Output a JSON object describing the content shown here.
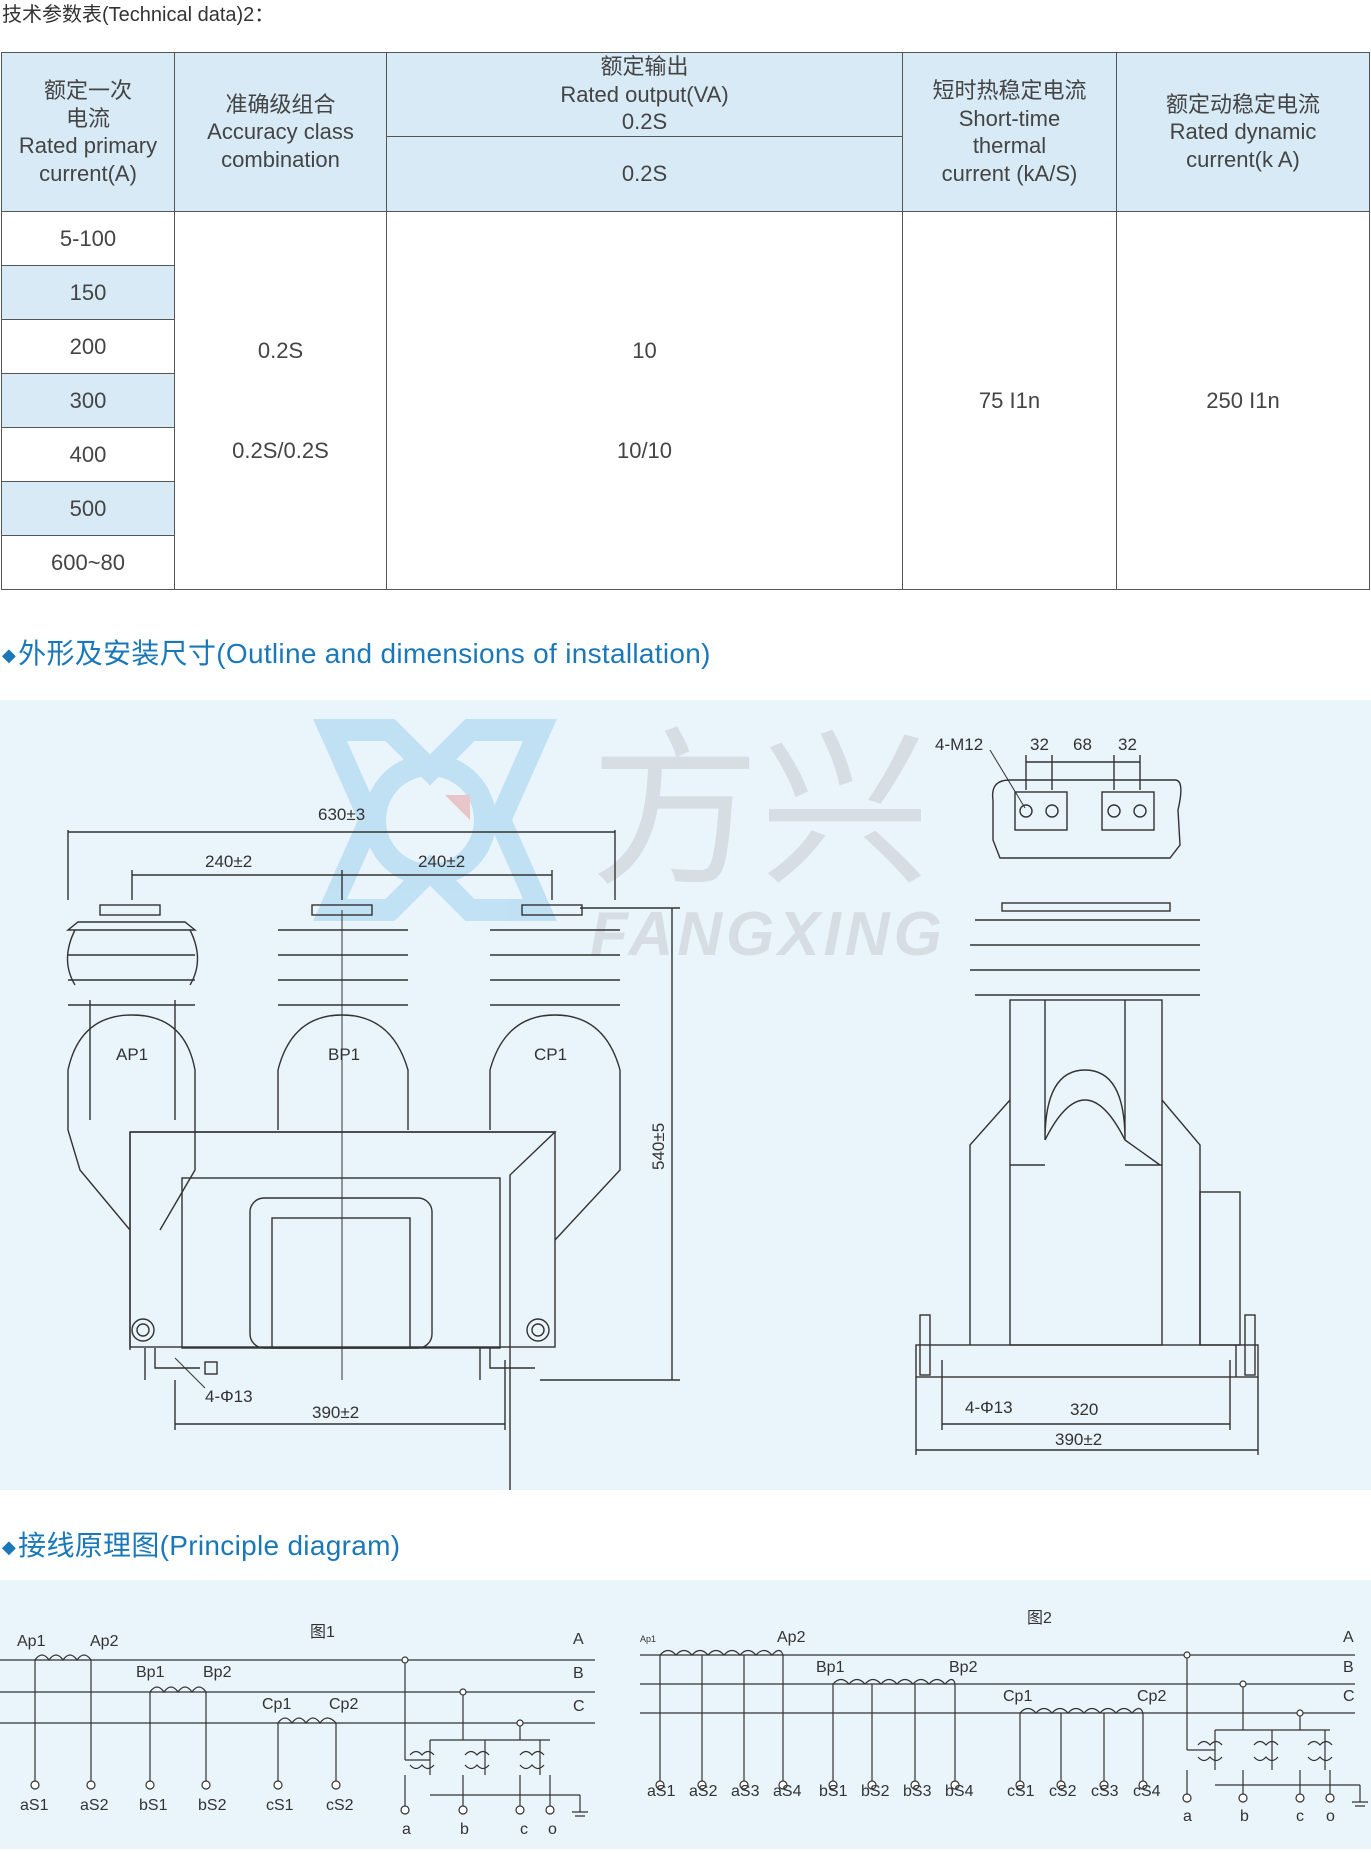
{
  "heading_top": "技术参数表(Technical data)2：",
  "table": {
    "headers": {
      "primary_current": [
        "额定一次",
        "电流",
        "Rated primary",
        "current(A)"
      ],
      "accuracy": [
        "准确级组合",
        "Accuracy class",
        "combination"
      ],
      "rated_output": [
        "额定输出",
        "Rated output(VA)",
        "0.2S"
      ],
      "rated_output_sub": "0.2S",
      "thermal": [
        "短时热稳定电流",
        "Short-time",
        "thermal",
        "current (kA/S)"
      ],
      "dynamic": [
        "额定动稳定电流",
        "Rated dynamic",
        "current(k A)"
      ]
    },
    "rows": [
      "5-100",
      "150",
      "200",
      "300",
      "400",
      "500",
      "600~80"
    ],
    "accuracy_values": [
      "0.2S",
      "0.2S/0.2S"
    ],
    "output_values": [
      "10",
      "10/10"
    ],
    "thermal_value": "75 I1n",
    "dynamic_value": "250 I1n"
  },
  "section_outline": "外形及安装尺寸(Outline and dimensions of installation)",
  "section_principle": "接线原理图(Principle diagram)",
  "watermark": {
    "brand_cn": "方兴",
    "brand_en": "FANGXING"
  },
  "outline": {
    "dim_total_width": "630±3",
    "dim_pitch_left": "240±2",
    "dim_pitch_right": "240±2",
    "dim_height": "540±5",
    "dim_base": "390±2",
    "holes_front": "4-Φ13",
    "label_ap1": "AP1",
    "label_bp1": "BP1",
    "label_cp1": "CP1",
    "side_holes": "4-Φ13",
    "side_dim_inner": "320",
    "side_dim_outer": "390±2",
    "terminal_bolts": "4-M12",
    "terminal_dims": [
      "32",
      "68",
      "32"
    ]
  },
  "diagram1": {
    "title": "图1",
    "lines": [
      "A",
      "B",
      "C"
    ],
    "primaries": [
      "Ap1",
      "Ap2",
      "Bp1",
      "Bp2",
      "Cp1",
      "Cp2"
    ],
    "secondaries": [
      "aS1",
      "aS2",
      "bS1",
      "bS2",
      "cS1",
      "cS2"
    ],
    "outputs": [
      "a",
      "b",
      "c",
      "o"
    ]
  },
  "diagram2": {
    "title": "图2",
    "lines": [
      "A",
      "B",
      "C"
    ],
    "primaries": [
      "Ap1",
      "Ap2",
      "Bp1",
      "Bp2",
      "Cp1",
      "Cp2"
    ],
    "secondaries": [
      "aS1",
      "aS2",
      "aS3",
      "aS4",
      "bS1",
      "bS2",
      "bS3",
      "bS4",
      "cS1",
      "cS2",
      "cS3",
      "cS4"
    ],
    "outputs": [
      "a",
      "b",
      "c",
      "o"
    ]
  },
  "colors": {
    "section_blue": "#1a78b8",
    "header_fill": "#d7eaf6",
    "panel_fill": "#eaf4fb"
  }
}
